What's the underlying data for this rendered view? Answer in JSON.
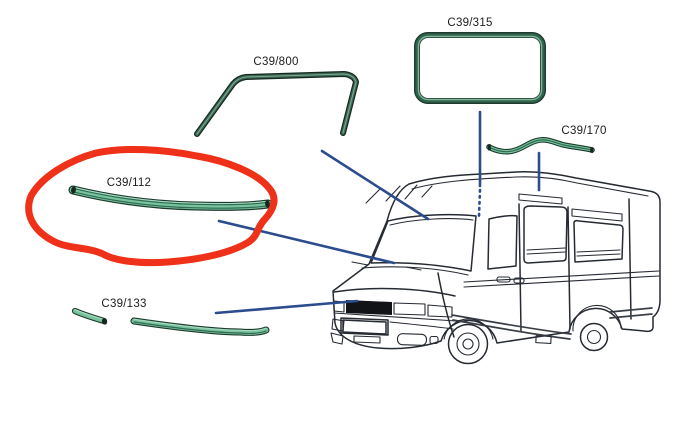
{
  "diagram": {
    "background": "#ffffff",
    "highlighted_part": "C39/112"
  },
  "colors": {
    "label_text": "#1c1c1c",
    "line_art": "#262b33",
    "leader_blue": "#2c4c8e",
    "highlight_red": "#ee3118",
    "seal_green": "#79c29e",
    "seal_green_dark": "#2f6b52",
    "seal_green_light": "#a9dcc4",
    "seal_outline": "#1c3a2c",
    "seal_cap": "#16281f",
    "trim_dark_green": "#3a6553",
    "trim_highlight": "#7fa893",
    "window_seal_mid": "#35624e",
    "window_seal_light": "#7ab897"
  },
  "parts": [
    {
      "id": "c39-800",
      "label": "C39/800"
    },
    {
      "id": "c39-315",
      "label": "C39/315"
    },
    {
      "id": "c39-170",
      "label": "C39/170"
    },
    {
      "id": "c39-112",
      "label": "C39/112",
      "highlighted": true
    },
    {
      "id": "c39-133",
      "label": "C39/133"
    }
  ]
}
